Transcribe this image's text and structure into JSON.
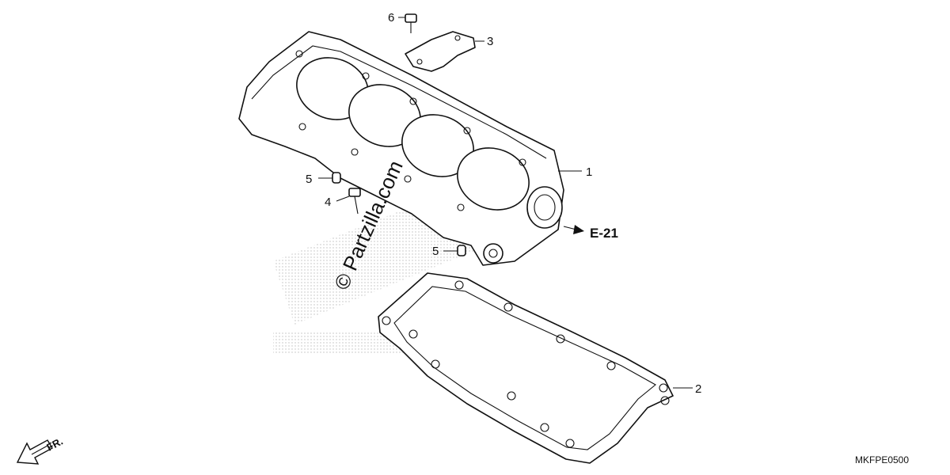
{
  "diagram": {
    "labels": [
      {
        "id": "1",
        "text": "1"
      },
      {
        "id": "2",
        "text": "2"
      },
      {
        "id": "3",
        "text": "3"
      },
      {
        "id": "4",
        "text": "4"
      },
      {
        "id": "5a",
        "text": "5"
      },
      {
        "id": "5b",
        "text": "5"
      },
      {
        "id": "6",
        "text": "6"
      }
    ],
    "reference_label": "E-21",
    "direction_label": "FR.",
    "diagram_code": "MKFPE0500",
    "watermark": "© Partzilla.com"
  }
}
